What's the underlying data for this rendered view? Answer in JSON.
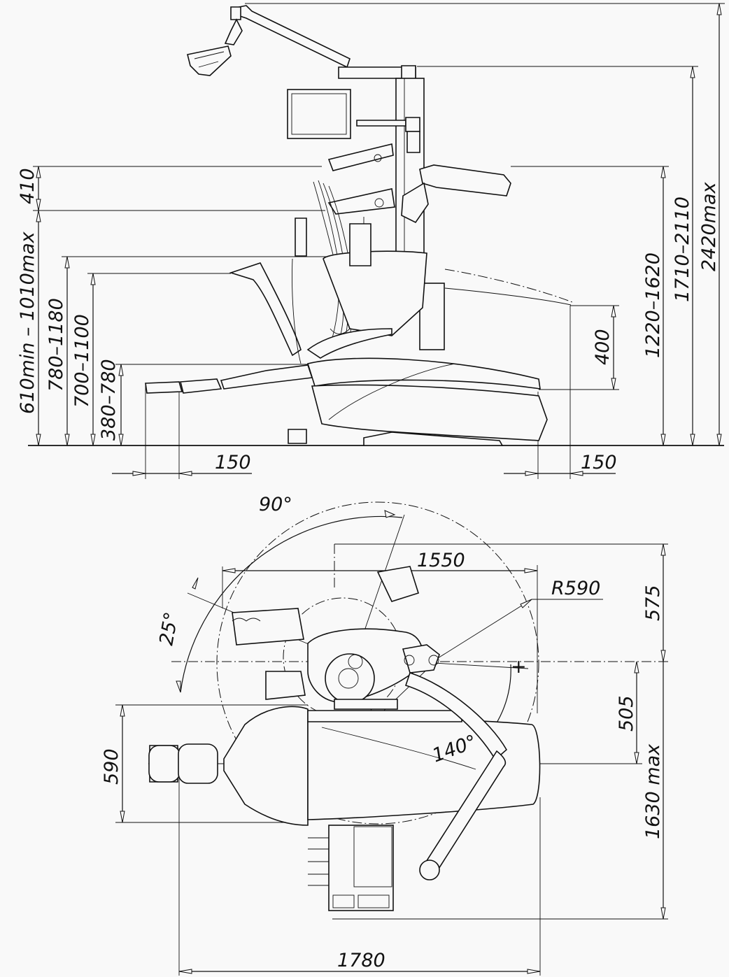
{
  "side_view": {
    "dimensions": {
      "d410": "410",
      "d610_1010": "610min – 1010max",
      "d780_1180": "780–1180",
      "d700_1100": "700–1100",
      "d380_780": "380–780",
      "d400": "400",
      "d1220_1620": "1220–1620",
      "d1710_2110": "1710–2110",
      "d2420": "2420max",
      "d150_left": "150",
      "d150_right": "150"
    }
  },
  "top_view": {
    "dimensions": {
      "a90": "90°",
      "a25": "25°",
      "d1550": "1550",
      "r590": "R590",
      "d575": "575",
      "d505": "505",
      "d590": "590",
      "a140": "140°",
      "d1630": "1630 max",
      "d1780": "1780"
    }
  }
}
